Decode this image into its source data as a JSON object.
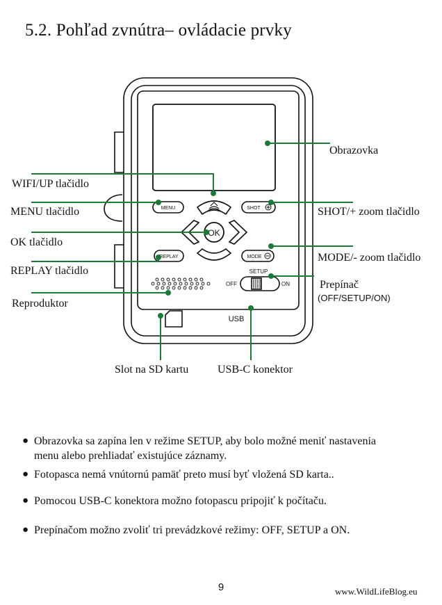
{
  "header": {
    "title": "5.2. Pohľad zvnútra– ovládacie prvky"
  },
  "device": {
    "buttons": {
      "menu": "MENU",
      "shot": "SHOT",
      "ok": "OK",
      "replay": "REPLAY",
      "mode": "MODE"
    },
    "switch": {
      "setup": "SETUP",
      "off": "OFF",
      "on": "ON"
    },
    "usb_port": "USB"
  },
  "callouts": {
    "screen": "Obrazovka",
    "wifi_up": "WIFI/UP tlačidlo",
    "menu": "MENU tlačidlo",
    "ok": "OK tlačidlo",
    "replay": "REPLAY tlačidlo",
    "speaker": "Reproduktor",
    "shot_zoom": "SHOT/+ zoom tlačidlo",
    "mode_zoom": "MODE/- zoom tlačidlo",
    "switch": "Prepínač",
    "switch_modes": "(OFF/SETUP/ON)",
    "sd_slot": "Slot na SD kartu",
    "usb_c": "USB-C konektor"
  },
  "notes": [
    "Obrazovka sa zapína len v režime SETUP, aby bolo možné meniť nastavenia menu alebo prehliadať existujúce záznamy.",
    "Fotopasca nemá vnútornú pamäť preto musí byť vložená SD karta..",
    "Pomocou USB-C konektora možno fotopascu pripojiť k počítaču.",
    "Prepínačom  možno zvoliť tri prevádzkové režimy: OFF, SETUP a ON."
  ],
  "footer": {
    "page_number": "9",
    "website": "www.WildLifeBlog.eu"
  },
  "colors": {
    "leader_line": "#1a7a36",
    "outline": "#111111"
  }
}
